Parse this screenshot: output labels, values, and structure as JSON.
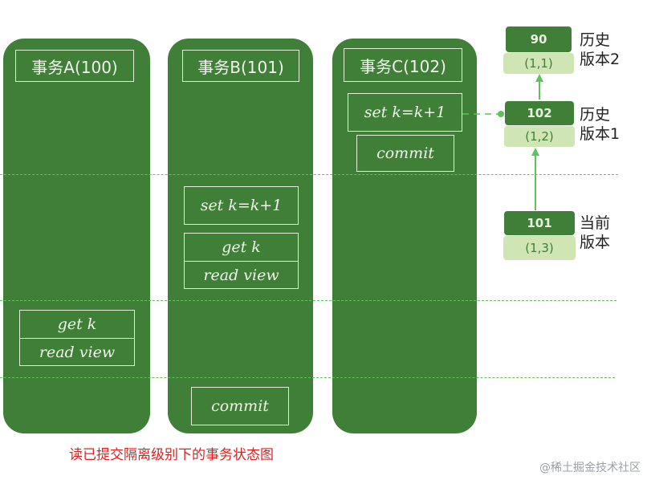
{
  "transactions": {
    "a": {
      "title": "事务A(100)",
      "get": "get k",
      "read": "read view"
    },
    "b": {
      "title": "事务B(101)",
      "set": "set k=k+1",
      "get": "get k",
      "read": "read view",
      "commit": "commit"
    },
    "c": {
      "title": "事务C(102)",
      "set": "set k=k+1",
      "commit": "commit"
    }
  },
  "versions": {
    "v90": {
      "value": "90",
      "tuple": "(1,1)",
      "label_line1": "历史",
      "label_line2": "版本2"
    },
    "v102": {
      "value": "102",
      "tuple": "(1,2)",
      "label_line1": "历史",
      "label_line2": "版本1"
    },
    "v101": {
      "value": "101",
      "tuple": "(1,3)",
      "label_line1": "当前",
      "label_line2": "版本"
    }
  },
  "caption": "读已提交隔离级别下的事务状态图",
  "watermark": "@稀土掘金技术社区",
  "colors": {
    "column": "#3f7f37",
    "dash": "#5fc25a",
    "version_light": "#cfe6b4",
    "caption": "#e02020"
  }
}
